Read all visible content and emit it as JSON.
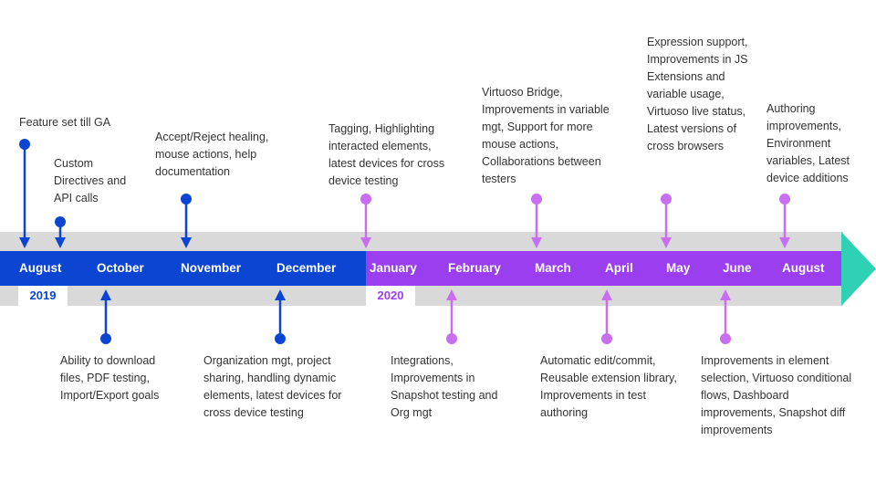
{
  "timeline": {
    "months": [
      {
        "label": "August"
      },
      {
        "label": "October"
      },
      {
        "label": "November"
      },
      {
        "label": "December"
      },
      {
        "label": "January"
      },
      {
        "label": "February"
      },
      {
        "label": "March"
      },
      {
        "label": "April"
      },
      {
        "label": "May"
      },
      {
        "label": "June"
      },
      {
        "label": "August"
      }
    ],
    "years": [
      {
        "label": "2019"
      },
      {
        "label": "2020"
      }
    ]
  },
  "notes": {
    "feature_set": "Feature set till GA",
    "custom_directives": "Custom Directives and API calls",
    "accept_reject": "Accept/Reject healing, mouse actions, help documentation",
    "tagging": "Tagging, Highlighting interacted elements, latest devices for cross device testing",
    "virtuoso_bridge": "Virtuoso Bridge, Improvements in variable mgt, Support for more mouse actions, Collaborations between testers",
    "expression_support": "Expression support, Improvements in JS Extensions and variable usage, Virtuoso live status, Latest versions of cross browsers",
    "authoring": "Authoring improvements, Environment variables, Latest device additions",
    "download_files": "Ability to download files, PDF testing, Import/Export goals",
    "organization_mgt": "Organization mgt, project sharing, handling dynamic elements, latest devices for cross device testing",
    "integrations": "Integrations, Improvements in Snapshot testing and Org mgt",
    "automatic_edit": "Automatic edit/commit, Reusable extension library, Improvements in test authoring",
    "element_selection": "Improvements in element selection, Virtuoso conditional flows, Dashboard improvements, Snapshot diff improvements"
  },
  "colors": {
    "blue": "#0b45d1",
    "purple": "#9a3ef0",
    "marker_purple": "#c86ef0",
    "teal": "#2fd1b4",
    "band_grey": "#d9d9d9"
  }
}
